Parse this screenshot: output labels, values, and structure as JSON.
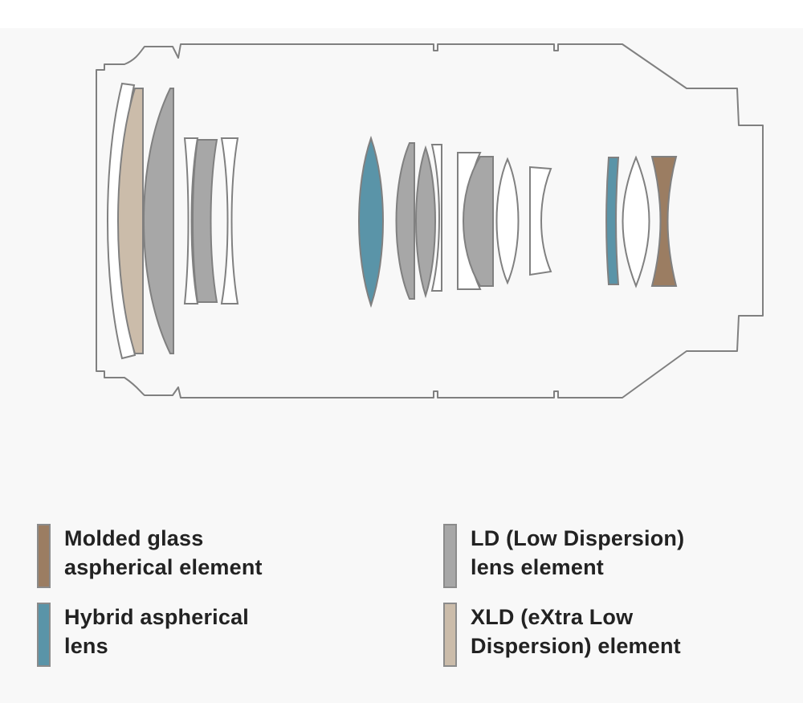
{
  "colors": {
    "background": "#f8f8f8",
    "outline": "#808080",
    "molded": "#9b7d62",
    "hybrid": "#5a94a8",
    "ld": "#a7a7a7",
    "xld": "#cbbcaa",
    "plain": "#ffffff"
  },
  "legend": {
    "molded": {
      "line1": "Molded glass",
      "line2": "aspherical element",
      "color": "#9b7d62"
    },
    "ld": {
      "line1": "LD (Low Dispersion)",
      "line2": "lens element",
      "color": "#a7a7a7"
    },
    "hybrid": {
      "line1": "Hybrid aspherical",
      "line2": "lens",
      "color": "#5a94a8"
    },
    "xld": {
      "line1": "XLD (eXtra Low",
      "line2": "Dispersion) element",
      "color": "#cbbcaa"
    }
  },
  "elements": [
    {
      "type": "plain"
    },
    {
      "type": "xld"
    },
    {
      "type": "ld"
    },
    {
      "type": "plain"
    },
    {
      "type": "ld"
    },
    {
      "type": "plain"
    },
    {
      "type": "hybrid"
    },
    {
      "type": "ld"
    },
    {
      "type": "ld"
    },
    {
      "type": "plain"
    },
    {
      "type": "plain"
    },
    {
      "type": "ld"
    },
    {
      "type": "plain"
    },
    {
      "type": "plain"
    },
    {
      "type": "hybrid"
    },
    {
      "type": "plain"
    },
    {
      "type": "molded"
    }
  ]
}
